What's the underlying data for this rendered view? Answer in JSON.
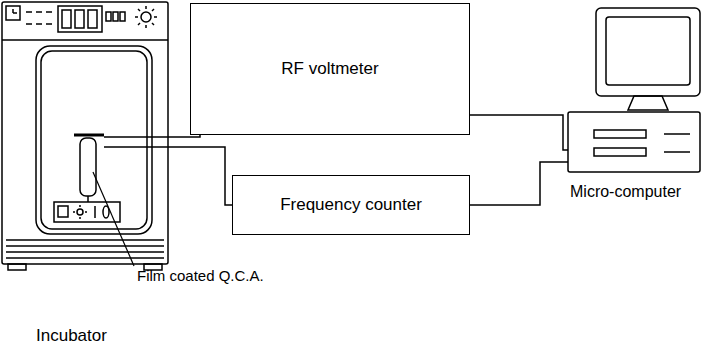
{
  "diagram": {
    "nodes": [
      {
        "text": [
          "Incubator"
        ]
      },
      {
        "text": [
          "Film coated Q.C.A."
        ],
        "in": 0
      },
      {
        "text": [
          "RF voltmeter"
        ]
      },
      {
        "text": [
          "Frequency counter"
        ]
      },
      {
        "text": [
          "Micro-computer"
        ]
      }
    ],
    "edges": [
      {
        "from": 1,
        "to": 2,
        "arrow": "none"
      },
      {
        "from": 1,
        "to": 3,
        "arrow": "none"
      },
      {
        "from": 2,
        "to": 4,
        "arrow": "none"
      },
      {
        "from": 3,
        "to": 4,
        "arrow": "none"
      }
    ]
  }
}
